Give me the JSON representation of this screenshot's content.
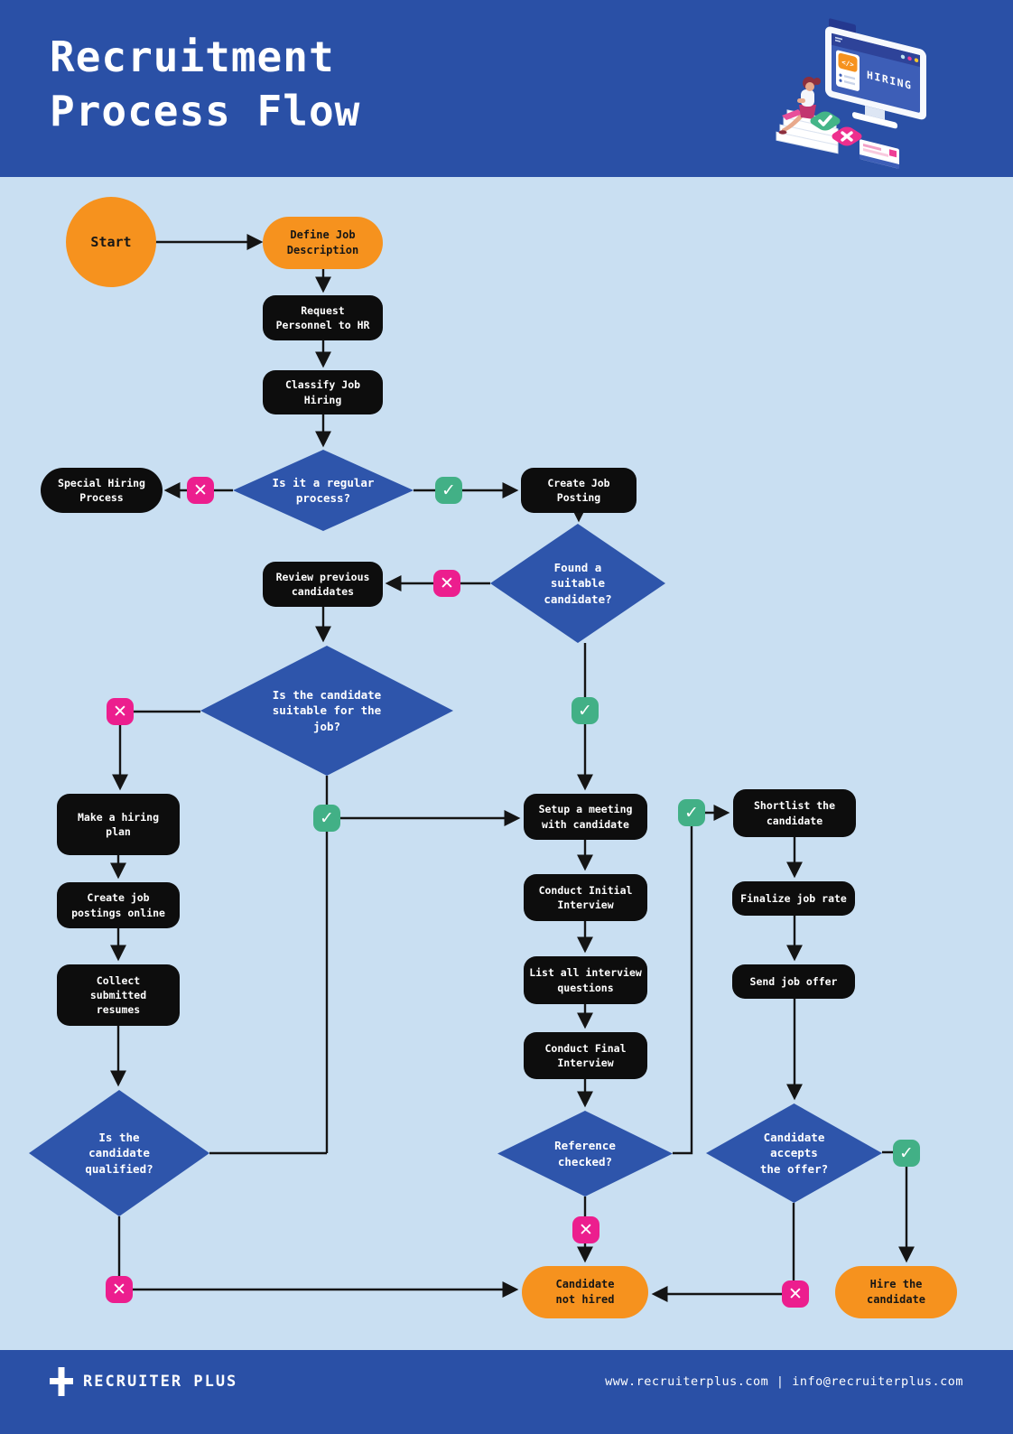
{
  "header": {
    "title": "Recruitment\nProcess Flow"
  },
  "illustration": {
    "hiring": "HIRING",
    "code": "</>"
  },
  "icons": {
    "check": "✓",
    "cross": "✕"
  },
  "nodes": {
    "start": "Start",
    "define_job": "Define Job\nDescription",
    "request_personnel": "Request\nPersonnel to HR",
    "classify_job": "Classify Job\nHiring",
    "special_hiring": "Special Hiring\nProcess",
    "regular_q": "Is it a regular\nprocess?",
    "create_job_posting": "Create Job\nPosting",
    "found_q": "Found a\nsuitable\ncandidate?",
    "review_previous": "Review previous\ncandidates",
    "suitable_q": "Is the candidate\nsuitable for the\njob?",
    "make_hiring_plan": "Make a hiring\nplan",
    "create_postings_online": "Create job\npostings online",
    "collect_resumes": "Collect\nsubmitted\nresumes",
    "qualified_q": "Is the\ncandidate\nqualified?",
    "setup_meeting": "Setup a meeting\nwith candidate",
    "conduct_initial": "Conduct Initial\nInterview",
    "list_questions": "List all interview\nquestions",
    "conduct_final": "Conduct Final\nInterview",
    "reference_q": "Reference\nchecked?",
    "shortlist": "Shortlist the\ncandidate",
    "finalize_rate": "Finalize job rate",
    "send_offer": "Send job offer",
    "accepts_q": "Candidate\naccepts\nthe offer?",
    "not_hired": "Candidate\nnot hired",
    "hire": "Hire the\ncandidate"
  },
  "footer": {
    "brand": "RECRUITER PLUS",
    "contact": "www.recruiterplus.com | info@recruiterplus.com"
  },
  "colors": {
    "band_blue": "#2a50a6",
    "background_blue": "#c9dff2",
    "diamond_blue": "#2e55ab",
    "process_black": "#0d0d0d",
    "terminal_orange": "#f6921e",
    "no_pink": "#ec1e8e",
    "yes_green": "#42b086"
  }
}
